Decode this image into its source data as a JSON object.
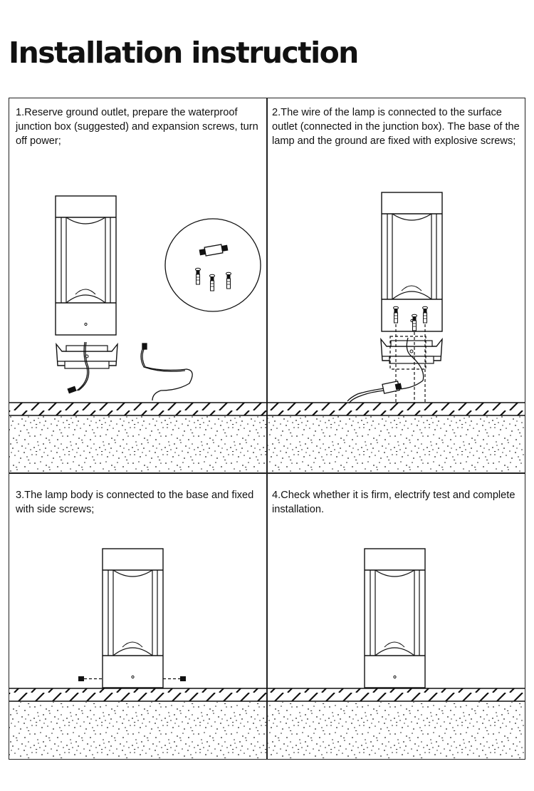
{
  "title": "Installation instruction",
  "steps": [
    {
      "number": "1.",
      "text": "Reserve ground outlet, prepare the waterproof junction box (suggested) and expansion screws, turn off power;"
    },
    {
      "number": "2.",
      "text": "The wire of the lamp is connected to the surface outlet (connected in the junction box). The base of the lamp and the ground are fixed with explosive screws;"
    },
    {
      "number": "3.",
      "text": "The lamp body is connected to the base and fixed with side screws;"
    },
    {
      "number": "4.",
      "text": "Check whether it is firm, electrify test and complete installation."
    }
  ],
  "icons": [
    "lamp-icon",
    "junction-box-icon",
    "expansion-screw-icon",
    "wire-icon",
    "ground-icon"
  ]
}
